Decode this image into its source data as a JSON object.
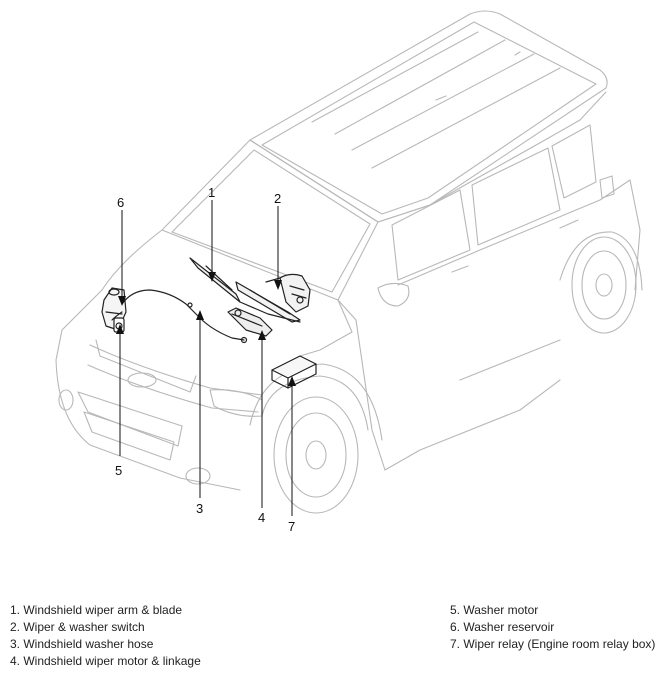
{
  "callouts": {
    "c1": "1",
    "c2": "2",
    "c3": "3",
    "c4": "4",
    "c5": "5",
    "c6": "6",
    "c7": "7"
  },
  "legend": {
    "left": [
      "1. Windshield wiper arm & blade",
      "2. Wiper & washer switch",
      "3. Windshield washer hose",
      "4. Windshield wiper motor & linkage"
    ],
    "right": [
      "5. Washer motor",
      "6. Washer reservoir",
      "7. Wiper relay (Engine room relay box)"
    ]
  }
}
